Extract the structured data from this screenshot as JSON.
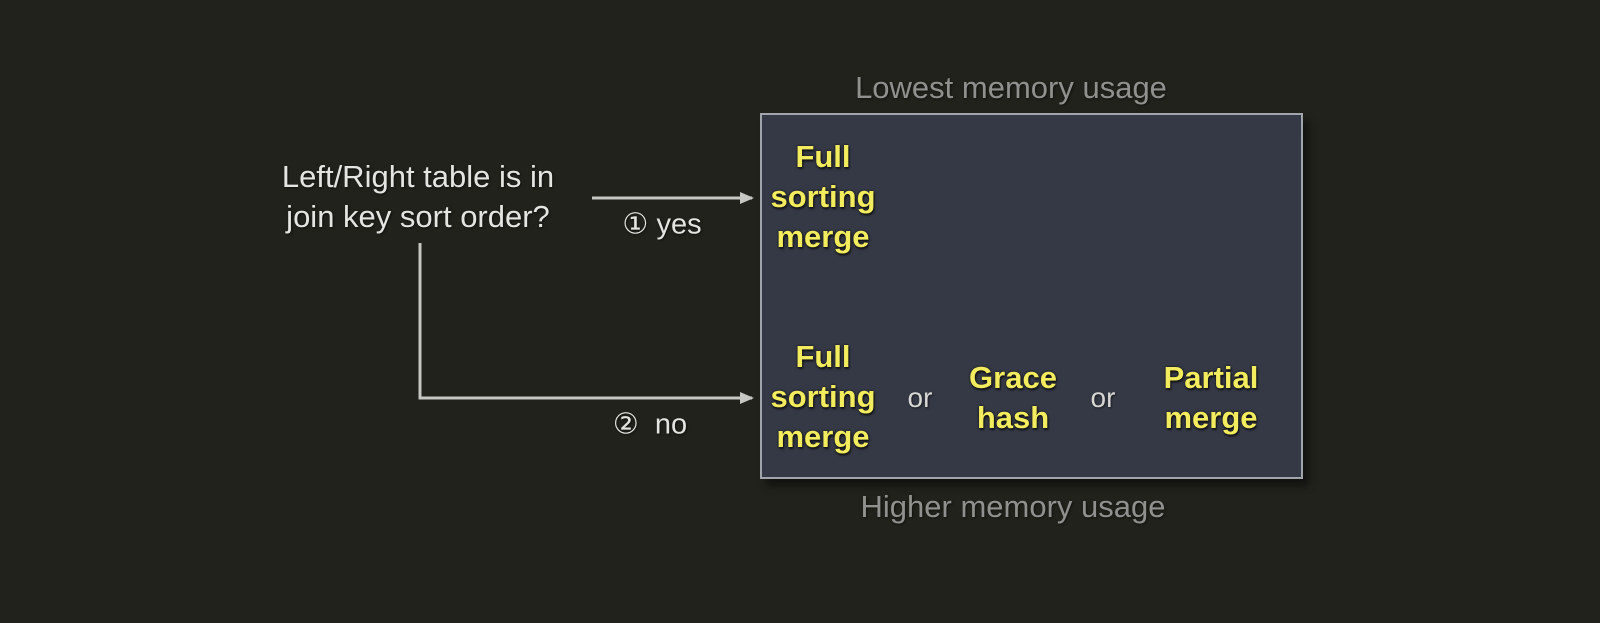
{
  "diagram": {
    "question": "Left/Right table is in\njoin key sort order?",
    "branches": [
      {
        "label": "① yes"
      },
      {
        "label": "②  no"
      }
    ],
    "caption_top": "Lowest memory usage",
    "caption_bottom": "Higher memory usage",
    "box": {
      "sorted_row": {
        "algorithm": "Full\nsorting\nmerge"
      },
      "unsorted_row": {
        "algorithms": [
          "Full\nsorting\nmerge",
          "Grace\nhash",
          "Partial\nmerge"
        ],
        "separator": "or"
      }
    },
    "colors": {
      "background": "#21221b",
      "box_fill": "#353945",
      "box_border": "#a0a4ab",
      "highlight_text": "#f3ec5e",
      "primary_text": "#e4e4e1",
      "muted_text": "#90918e",
      "connector": "#c6c7c3"
    }
  }
}
